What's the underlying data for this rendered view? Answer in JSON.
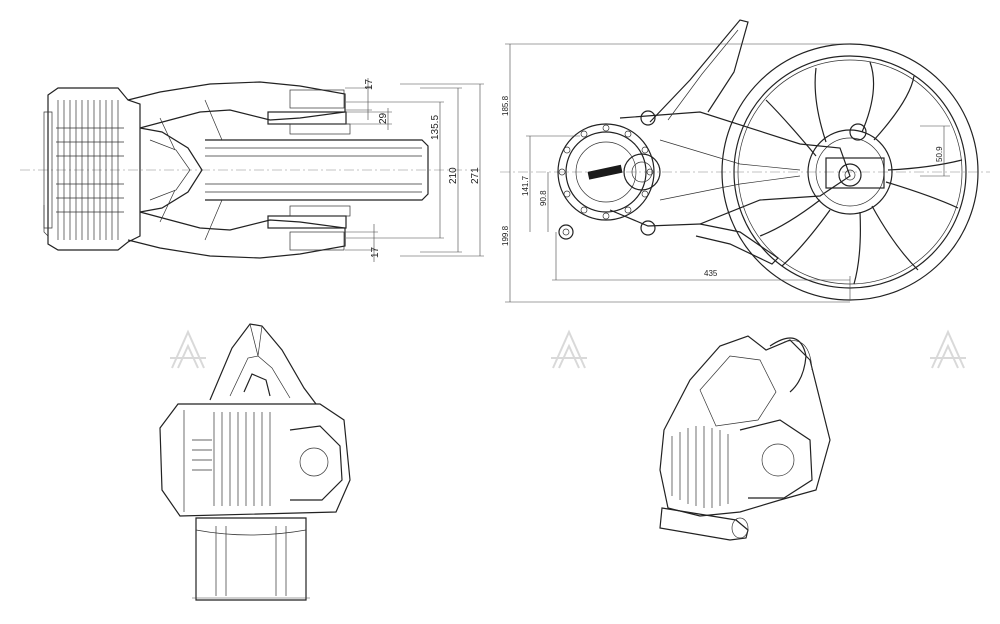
{
  "dimensions": {
    "top_view": {
      "d17_top": "17",
      "d29": "29",
      "d135_5": "135.5",
      "d210": "210",
      "d271": "271",
      "d17_bottom": "17"
    },
    "side_view": {
      "d185_8": "185.8",
      "d141_7": "141.7",
      "d90_8": "90.8",
      "d199_8": "199.8",
      "d435": "435",
      "d50_9": "50.9"
    }
  },
  "watermark": {
    "icon": "logo-mark-icon"
  }
}
